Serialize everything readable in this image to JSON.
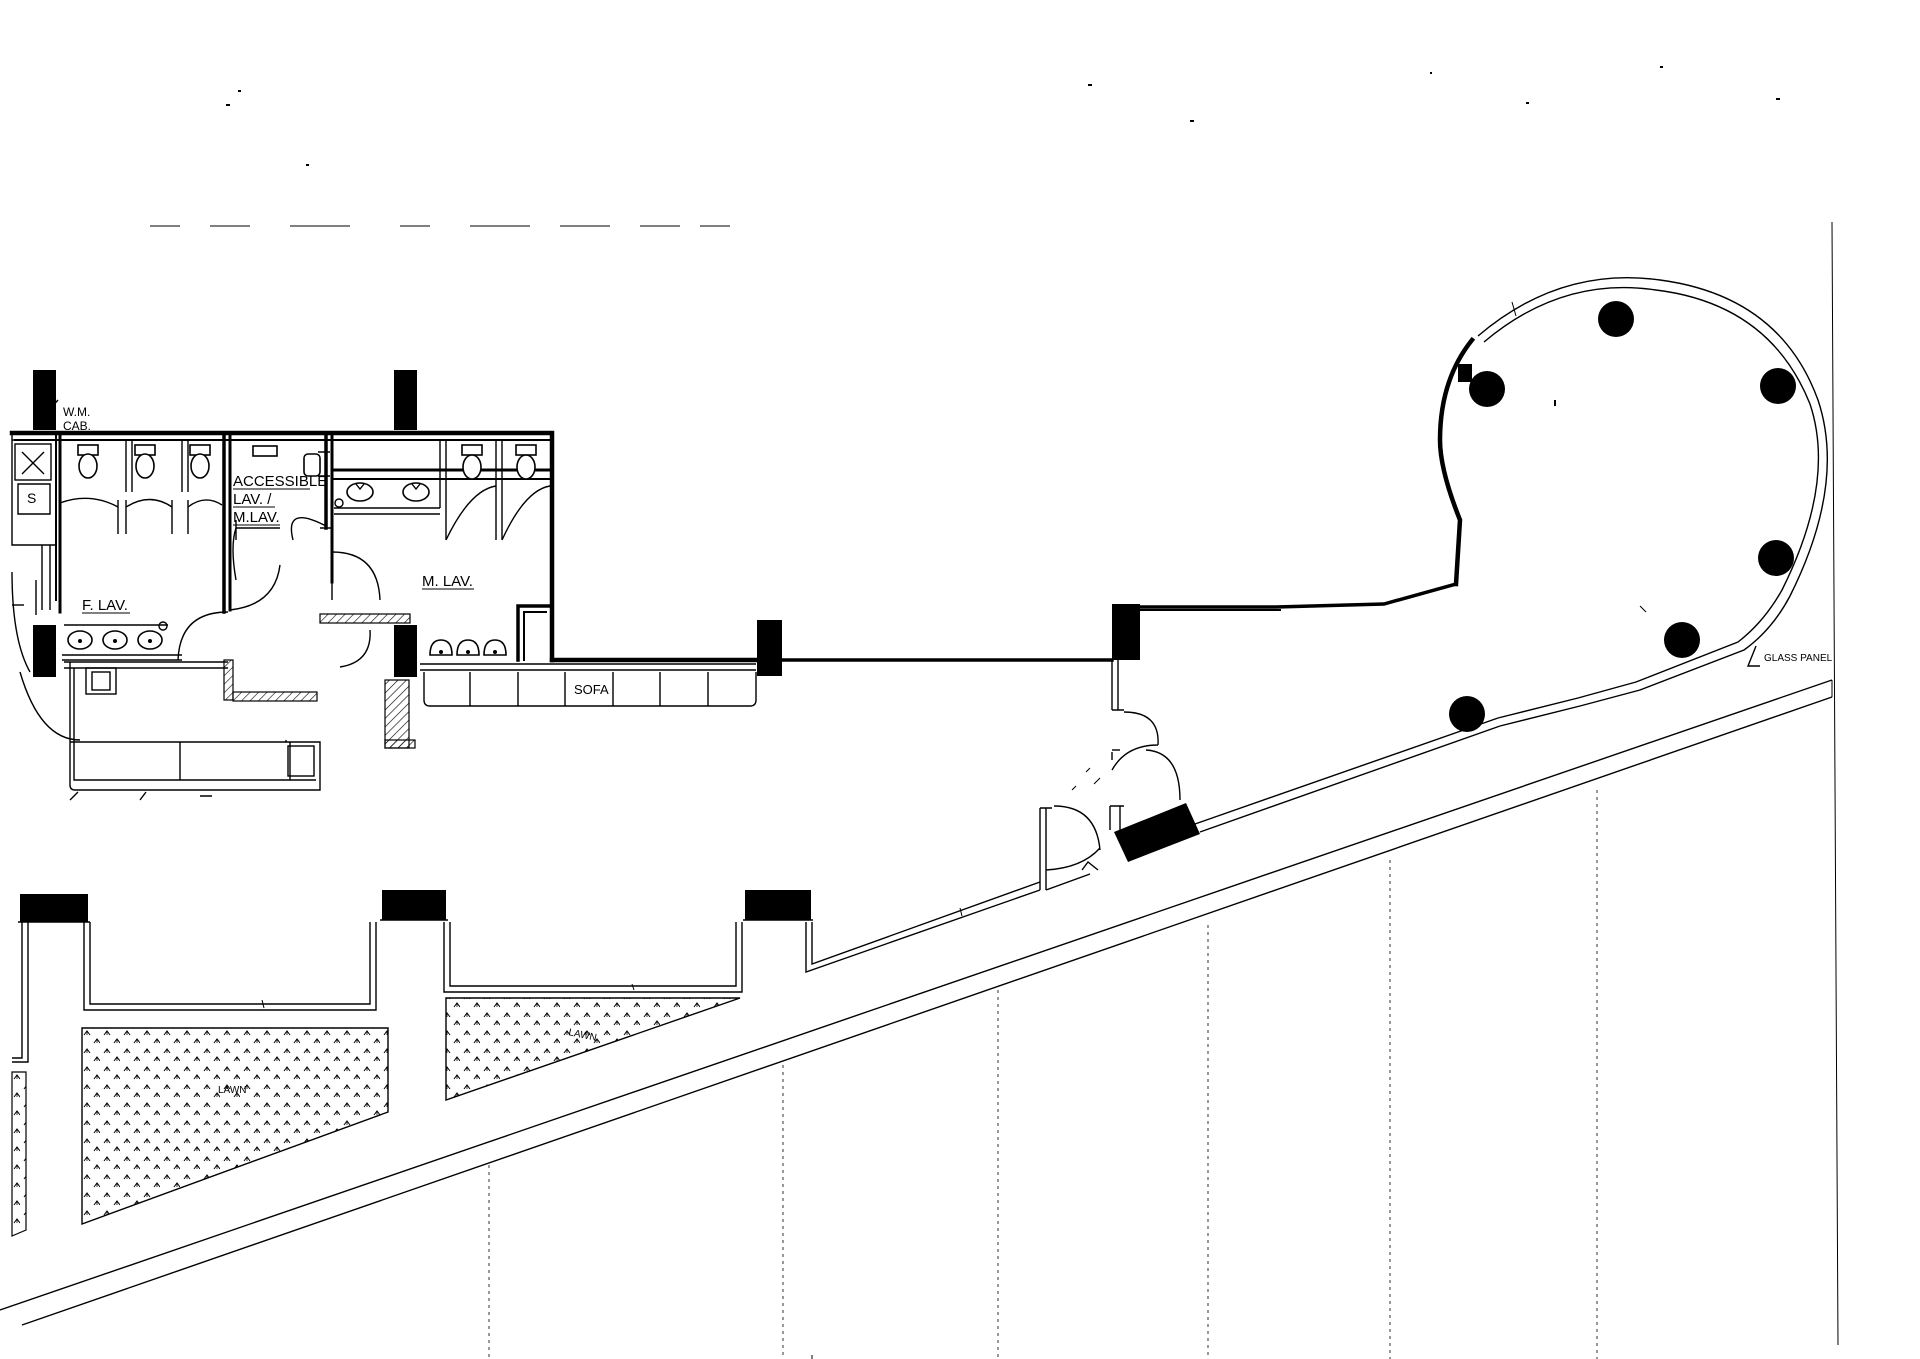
{
  "drawing": {
    "type": "architectural floor plan",
    "line_color": "#000000",
    "background_color": "#ffffff"
  },
  "labels": {
    "wm_cab_line1": "W.M.",
    "wm_cab_line2": "CAB.",
    "s_mark": "S",
    "f_lav": "F. LAV.",
    "accessible_line1": "ACCESSIBLE",
    "accessible_line2": "LAV. /",
    "accessible_line3": "M.LAV.",
    "m_lav": "M. LAV.",
    "sofa": "SOFA",
    "glass_panel": "GLASS PANEL",
    "lawn_left": "LAWN",
    "lawn_right": "LAWN"
  },
  "icons": {
    "toilet": "toilet-icon",
    "sink": "sink-icon",
    "urinal": "urinal-icon",
    "column": "column-icon",
    "door_swing": "door-swing-icon",
    "lawn_hatch": "lawn-hatch-pattern"
  }
}
